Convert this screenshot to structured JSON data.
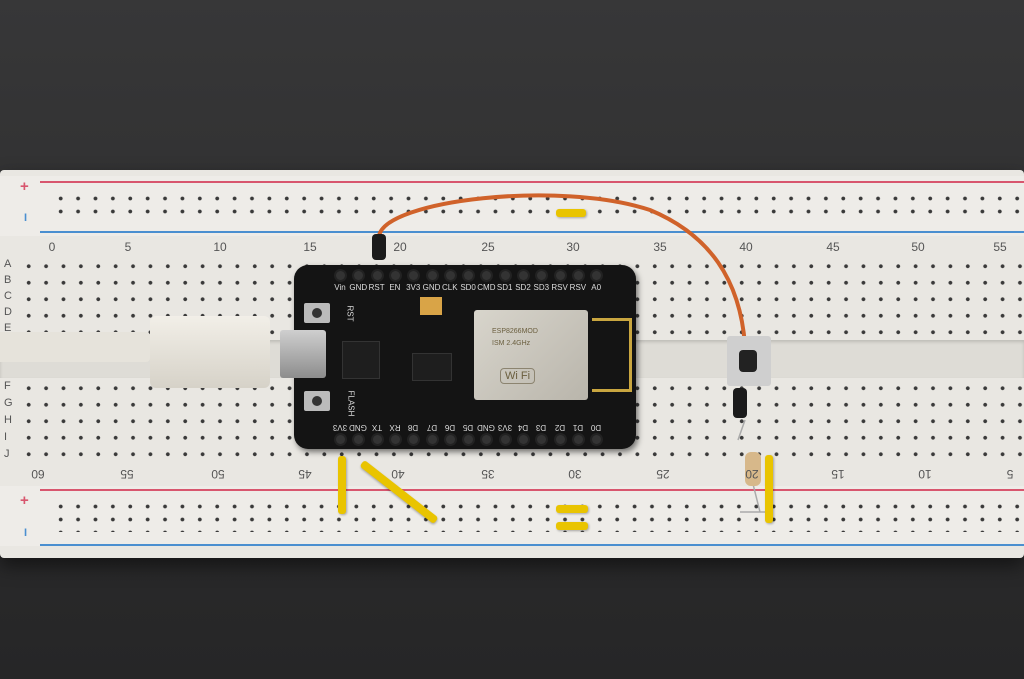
{
  "breadboard": {
    "top_numbers": [
      "0",
      "5",
      "10",
      "15",
      "20",
      "25",
      "30",
      "35",
      "40",
      "45",
      "50",
      "55"
    ],
    "bottom_numbers": [
      "60",
      "55",
      "50",
      "45",
      "40",
      "35",
      "30",
      "25",
      "20",
      "15",
      "10",
      "5"
    ],
    "rows_top": [
      "A",
      "B",
      "C",
      "D",
      "E"
    ],
    "rows_bottom": [
      "F",
      "G",
      "H",
      "I",
      "J"
    ],
    "plus_sign": "+",
    "minus_sign": "I"
  },
  "module": {
    "top_pins": [
      "Vin",
      "GND",
      "RST",
      "EN",
      "3V3",
      "GND",
      "CLK",
      "SD0",
      "CMD",
      "SD1",
      "SD2",
      "SD3",
      "RSV",
      "RSV",
      "A0"
    ],
    "bottom_pins": [
      "3V3",
      "GND",
      "TX",
      "RX",
      "D8",
      "D7",
      "D6",
      "D5",
      "GND",
      "3V3",
      "D4",
      "D3",
      "D2",
      "D1",
      "D0"
    ],
    "rst_label": "RST",
    "flash_label": "FLASH",
    "esp_text": [
      "ESP8266MOD",
      "ISM 2.4GHz",
      "Wi Fi"
    ]
  },
  "colors": {
    "wire": "#d0622a",
    "jumper": "#e9c400",
    "rail_red": "#d8566e",
    "rail_blue": "#4a8fd0"
  }
}
